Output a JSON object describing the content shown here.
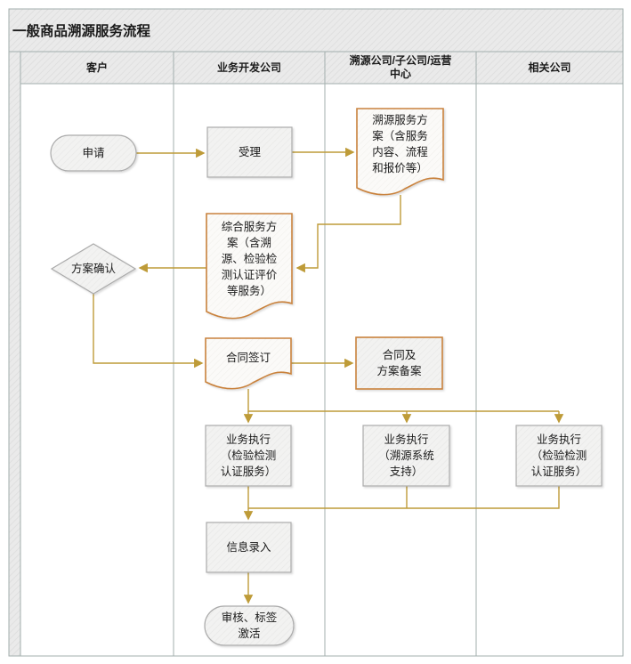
{
  "title": "一般商品溯源服务流程",
  "lanes": [
    {
      "label": "客户"
    },
    {
      "label": "业务开发公司"
    },
    {
      "label": "溯源公司/子公司/运营\n中心"
    },
    {
      "label": "相关公司"
    }
  ],
  "nodes": [
    {
      "id": "apply",
      "type": "stadium",
      "lane": "客户",
      "label": "申请"
    },
    {
      "id": "accept",
      "type": "process",
      "lane": "业务开发公司",
      "label": "受理"
    },
    {
      "id": "trace-plan",
      "type": "document",
      "lane": "溯源公司/子公司/运营中心",
      "label": "溯源服务方\n案（含服务\n内容、流程\n和报价等）"
    },
    {
      "id": "combined-plan",
      "type": "document",
      "lane": "业务开发公司",
      "label": "综合服务方\n案（含溯\n源、检验检\n测认证评价\n等服务）"
    },
    {
      "id": "plan-confirm",
      "type": "decision",
      "lane": "客户",
      "label": "方案确认"
    },
    {
      "id": "contract-sign",
      "type": "document",
      "lane": "业务开发公司",
      "label": "合同签订"
    },
    {
      "id": "contract-filing",
      "type": "process",
      "lane": "溯源公司/子公司/运营中心",
      "label": "合同及\n方案备案"
    },
    {
      "id": "exec-inspection-biz",
      "type": "process",
      "lane": "业务开发公司",
      "label": "业务执行\n（检验检测\n认证服务）"
    },
    {
      "id": "exec-trace-system",
      "type": "process",
      "lane": "溯源公司/子公司/运营中心",
      "label": "业务执行\n（溯源系统\n支持）"
    },
    {
      "id": "exec-inspection-related",
      "type": "process",
      "lane": "相关公司",
      "label": "业务执行\n（检验检测\n认证服务）"
    },
    {
      "id": "info-entry",
      "type": "process",
      "lane": "业务开发公司",
      "label": "信息录入"
    },
    {
      "id": "review-activate",
      "type": "stadium",
      "lane": "业务开发公司",
      "label": "审核、标签\n激活"
    }
  ],
  "colors": {
    "connector": "#BE9B38",
    "doc-border": "#C9823C",
    "shape-border": "#ABABAB",
    "frame": "#A3AFAD",
    "text": "#1A1A1A"
  }
}
